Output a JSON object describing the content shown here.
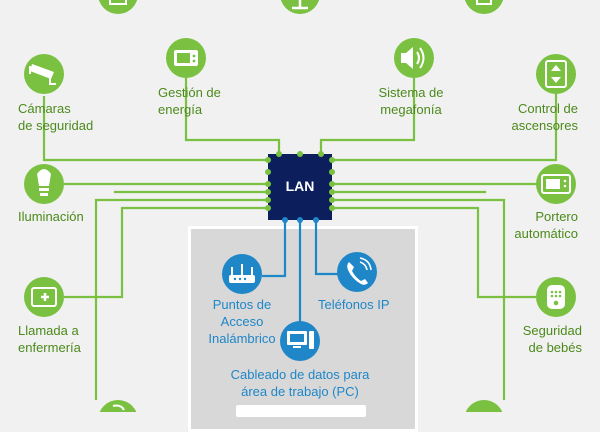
{
  "center": {
    "label": "LAN"
  },
  "nodes": {
    "camaras": {
      "label": "Cámaras\nde seguridad",
      "icon": "security-camera-icon"
    },
    "gestion": {
      "label": "Gestión de\nenergía",
      "icon": "microwave-icon"
    },
    "megafonia": {
      "label": "Sistema de\nmegafonía",
      "icon": "speaker-icon"
    },
    "ascensores": {
      "label": "Control de\nascensores",
      "icon": "elevator-icon"
    },
    "iluminacion": {
      "label": "Iluminación",
      "icon": "light-bulb-icon"
    },
    "portero": {
      "label": "Portero\nautomático",
      "icon": "intercom-icon"
    },
    "enfermeria": {
      "label": "Llamada a\nenfermería",
      "icon": "nurse-call-icon"
    },
    "bebes": {
      "label": "Seguridad\nde bebés",
      "icon": "baby-monitor-icon"
    }
  },
  "network": {
    "wifi": {
      "label": "Puntos de\nAcceso\nInalámbrico",
      "icon": "wifi-router-icon"
    },
    "telefonos": {
      "label": "Teléfonos IP",
      "icon": "phone-icon"
    },
    "pc": {
      "label": "Cableado de datos para\nárea de trabajo (PC)",
      "icon": "computer-icon"
    }
  },
  "colors": {
    "green": "#7ac142",
    "green_text": "#4c8a1c",
    "blue": "#1f86c8",
    "navy": "#0c1f5c",
    "panel": "#d8d8d8",
    "background": "#f1f1f1"
  }
}
